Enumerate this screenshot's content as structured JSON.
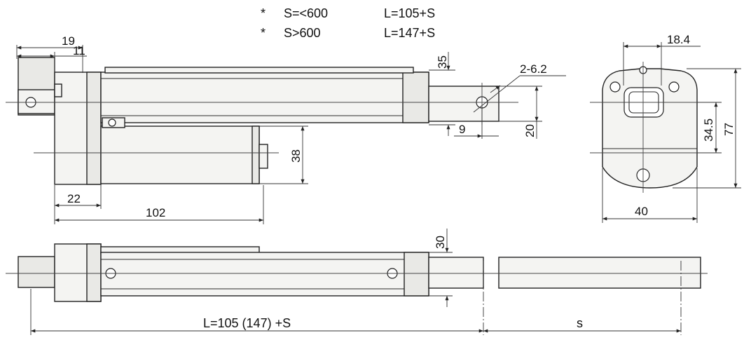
{
  "notes": [
    {
      "bullet": "*",
      "condition": "S=<600",
      "formula": "L=105+S"
    },
    {
      "bullet": "*",
      "condition": "S>600",
      "formula": "L=147+S"
    }
  ],
  "dimensions": {
    "d19": "19",
    "d11": "11",
    "d35": "35",
    "hole": "2-6.2",
    "d9": "9",
    "d20": "20",
    "d38": "38",
    "d22": "22",
    "d102": "102",
    "d18_4": "18.4",
    "d34_5": "34.5",
    "d77": "77",
    "d40": "40",
    "d30": "30",
    "length": "L=105 (147) +S",
    "stroke": "s"
  }
}
